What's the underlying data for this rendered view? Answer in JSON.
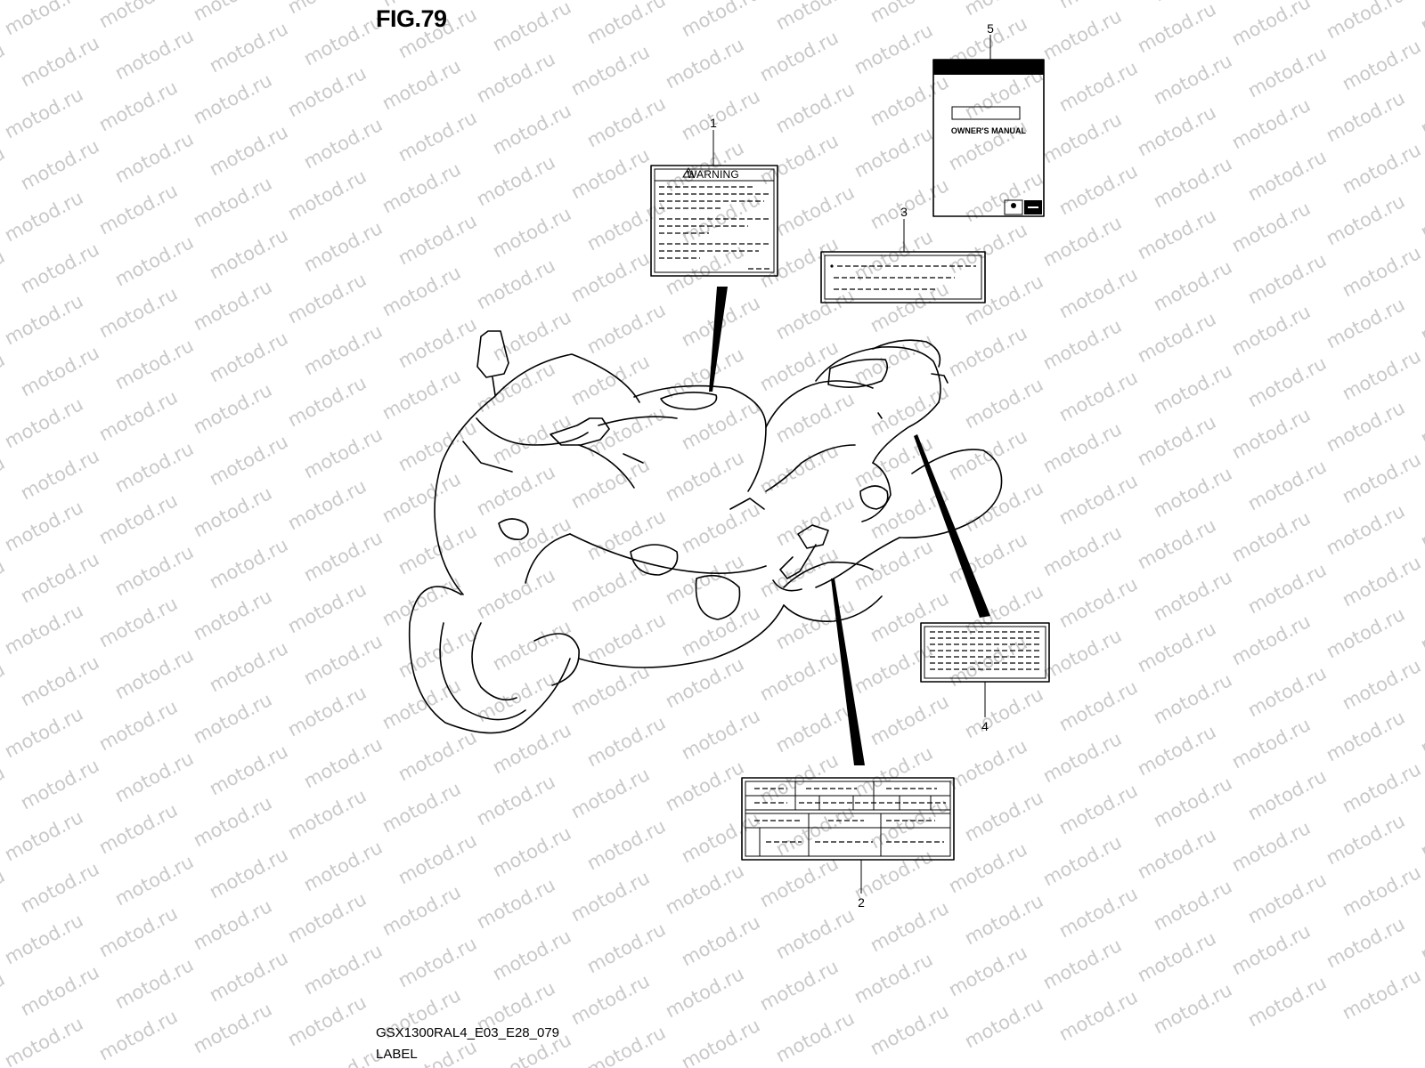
{
  "figure": {
    "title": "FIG.79",
    "code": "GSX1300RAL4_E03_E28_079",
    "name": "LABEL"
  },
  "watermark": {
    "text": "motod.ru",
    "color": "#c9c9c9"
  },
  "labels": [
    {
      "number": "1",
      "heading": "WARNING"
    },
    {
      "number": "2"
    },
    {
      "number": "3"
    },
    {
      "number": "4"
    },
    {
      "number": "5",
      "heading": "OWNER'S MANUAL"
    }
  ]
}
